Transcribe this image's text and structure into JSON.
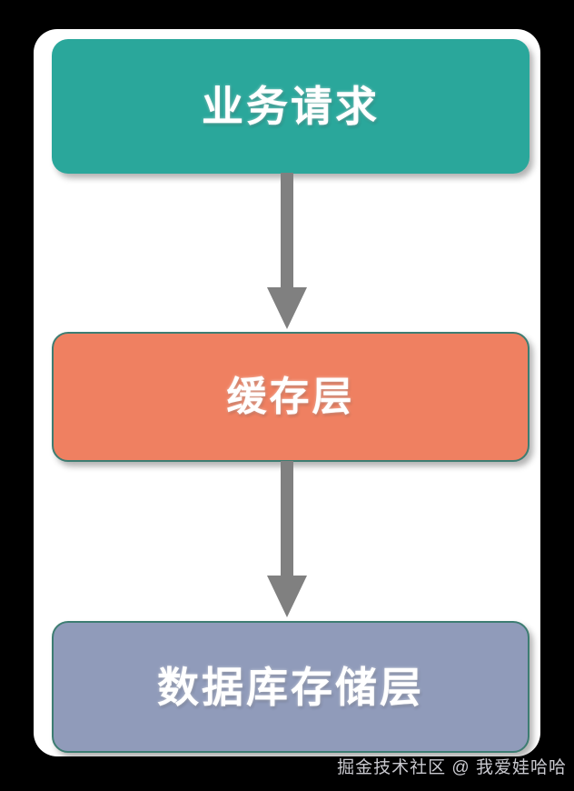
{
  "diagram": {
    "type": "flowchart",
    "orientation": "vertical",
    "background_color": "#000000",
    "canvas_color": "#ffffff",
    "nodes": [
      {
        "id": "request",
        "label": "业务请求",
        "color": "#2aa79b",
        "text_color": "#ffffff",
        "shape": "rounded-rectangle"
      },
      {
        "id": "cache",
        "label": "缓存层",
        "color": "#ef8061",
        "border_color": "#3d7d72",
        "text_color": "#ffffff",
        "shape": "rounded-rectangle"
      },
      {
        "id": "db",
        "label": "数据库存储层",
        "color": "#909bba",
        "border_color": "#3d7d72",
        "text_color": "#ffffff",
        "shape": "rounded-rectangle"
      }
    ],
    "edges": [
      {
        "id": "edge-1",
        "from": "request",
        "to": "cache",
        "style": "solid-arrow",
        "color": "#808080"
      },
      {
        "id": "edge-2",
        "from": "cache",
        "to": "db",
        "style": "solid-arrow",
        "color": "#808080"
      }
    ]
  },
  "watermark": {
    "text": "掘金技术社区 @ 我爱娃哈哈",
    "color": "#c9c9cf"
  }
}
